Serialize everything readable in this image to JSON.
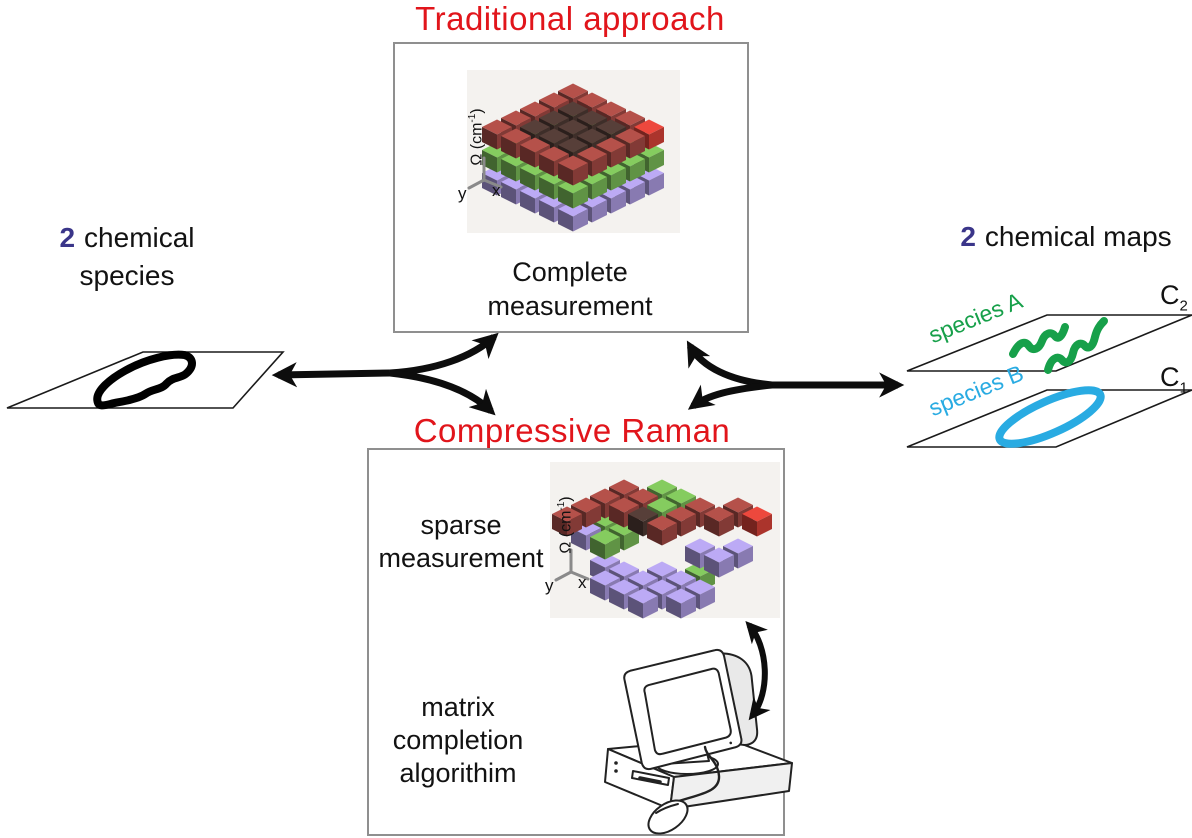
{
  "palette": {
    "title_red": "#e1151b",
    "count_indigo": "#3a3589",
    "species_a_green": "#17a04a",
    "species_b_cyan": "#29abe2",
    "ink": "#121212",
    "box_border": "#8f8f8f",
    "arrow_black": "#0d0d0d"
  },
  "axis": {
    "omega_prefix": "Ω (cm",
    "omega_exponent": "-1",
    "omega_suffix": ")",
    "x": "x",
    "y": "y"
  },
  "traditional": {
    "title": "Traditional approach",
    "caption": [
      "Complete",
      "measurement"
    ]
  },
  "compressive": {
    "title": "Compressive Raman",
    "sparse_caption": [
      "sparse",
      "measurement"
    ],
    "algorithm_caption": [
      "matrix",
      "completion",
      "algorithim"
    ]
  },
  "left_panel": {
    "count": "2",
    "label_line1": "chemical",
    "label_line2": "species"
  },
  "right_panel": {
    "count": "2",
    "label": "chemical maps",
    "maps": [
      {
        "name": "species A",
        "coefficient": "C",
        "coefficient_sub": "2"
      },
      {
        "name": "species B",
        "coefficient": "C",
        "coefficient_sub": "1"
      }
    ]
  },
  "cube_palette": {
    "red": "#94423d",
    "bright_red": "#c23b32",
    "dark": "#47342f",
    "green": "#6da74e",
    "dark_green": "#445f38",
    "purple": "#9a8bc9",
    "dark_purple": "#655c93"
  },
  "voxel_figures": {
    "complete": {
      "type": "grid",
      "nx": 5,
      "ny": 5,
      "nz": 3,
      "layer_colors": [
        "purple",
        "green",
        "red"
      ],
      "geom": {
        "ox": 573,
        "oy": 137,
        "sx": 19,
        "sy": 9,
        "sz": 23,
        "a": 15,
        "b": 7.5,
        "d": 15
      }
    },
    "sparse": {
      "type": "list",
      "voxels": [
        [
          0,
          2,
          2,
          "red"
        ],
        [
          1,
          2,
          2,
          "red"
        ],
        [
          2,
          2,
          2,
          "green"
        ],
        [
          3,
          2,
          2,
          "red"
        ],
        [
          1,
          1,
          2,
          "green"
        ],
        [
          2,
          1,
          2,
          "green"
        ],
        [
          3,
          1,
          2,
          "red"
        ],
        [
          4,
          1,
          2,
          "red"
        ],
        [
          0,
          3,
          2,
          "red"
        ],
        [
          1,
          3,
          2,
          "red"
        ],
        [
          2,
          3,
          2,
          "dark"
        ],
        [
          3,
          3,
          2,
          "red"
        ],
        [
          4,
          0,
          2,
          "red"
        ],
        [
          5,
          0,
          2,
          "bright_red"
        ],
        [
          0,
          4,
          2,
          "red"
        ],
        [
          0,
          5,
          2,
          "red"
        ],
        [
          0,
          3,
          1,
          "green"
        ],
        [
          1,
          3,
          1,
          "green"
        ],
        [
          0,
          4,
          1,
          "purple"
        ],
        [
          1,
          4,
          1,
          "green"
        ],
        [
          4,
          2,
          1,
          "purple"
        ],
        [
          5,
          1,
          1,
          "purple"
        ],
        [
          5,
          2,
          1,
          "purple"
        ],
        [
          1,
          4,
          0,
          "purple"
        ],
        [
          2,
          4,
          0,
          "purple"
        ],
        [
          3,
          4,
          0,
          "purple"
        ],
        [
          2,
          5,
          0,
          "purple"
        ],
        [
          3,
          5,
          0,
          "purple"
        ],
        [
          4,
          4,
          0,
          "purple"
        ],
        [
          4,
          5,
          0,
          "purple"
        ],
        [
          5,
          4,
          0,
          "purple"
        ],
        [
          5,
          3,
          0,
          "purple"
        ],
        [
          4,
          3,
          0,
          "purple"
        ],
        [
          3,
          3,
          0,
          "purple"
        ],
        [
          4,
          2,
          0,
          "green"
        ]
      ],
      "geom": {
        "ox": 662,
        "oy": 515,
        "sx": 19,
        "sy": 9,
        "sz": 23,
        "a": 15,
        "b": 7.5,
        "d": 15
      }
    }
  }
}
